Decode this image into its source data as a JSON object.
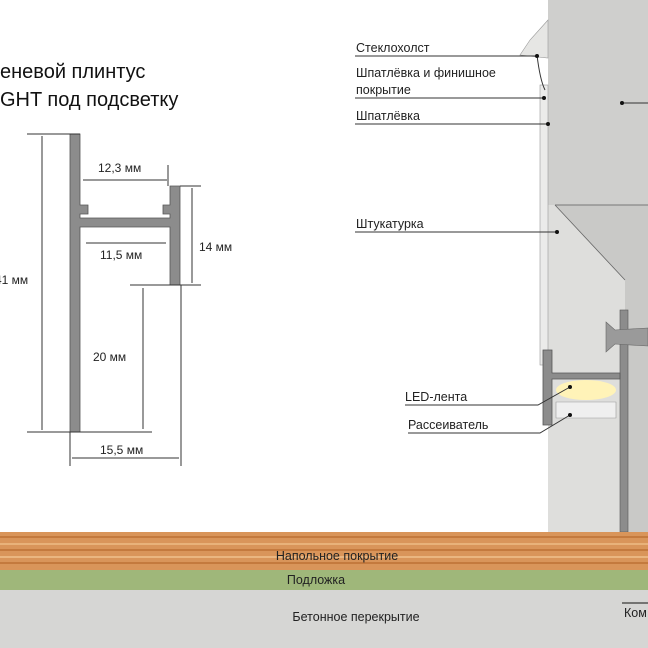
{
  "title": {
    "line1": "еневой плинтус",
    "line2": "GHT под подсветку"
  },
  "dimensions": {
    "height_total": "41 мм",
    "top_width": "12,3 мм",
    "inner_width": "11,5 мм",
    "channel_height": "14 мм",
    "lower_height": "20 мм",
    "bottom_width": "15,5 мм"
  },
  "wall_labels": {
    "fiberglass": "Стеклохолст",
    "putty_finish_1": "Шпатлёвка и финишное",
    "putty_finish_2": "покрытие",
    "putty": "Шпатлёвка",
    "plaster": "Штукатурка",
    "led": "LED-лента",
    "diffuser": "Рассеиватель"
  },
  "floor_labels": {
    "flooring": "Напольное покрытие",
    "underlay": "Подложка",
    "slab": "Бетонное перекрытие",
    "cut_label": "Ком"
  },
  "colors": {
    "wood": "#d9955a",
    "underlay": "#9fb77a",
    "concrete": "#d6d6d4",
    "led": "#fff3b8"
  }
}
